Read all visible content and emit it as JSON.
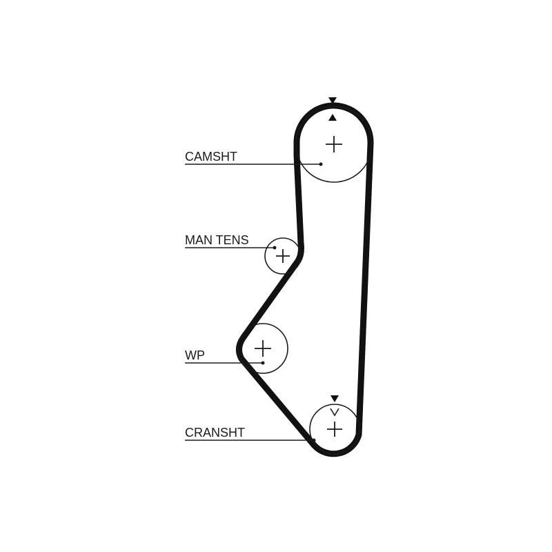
{
  "diagram": {
    "labels": {
      "camshaft": "CAMSHT",
      "manual_tensioner": "MAN TENS",
      "water_pump": "WP",
      "crankshaft": "CRANSHT"
    },
    "colors": {
      "belt": "#111111",
      "lines": "#1a1a1a",
      "background": "#ffffff"
    }
  }
}
